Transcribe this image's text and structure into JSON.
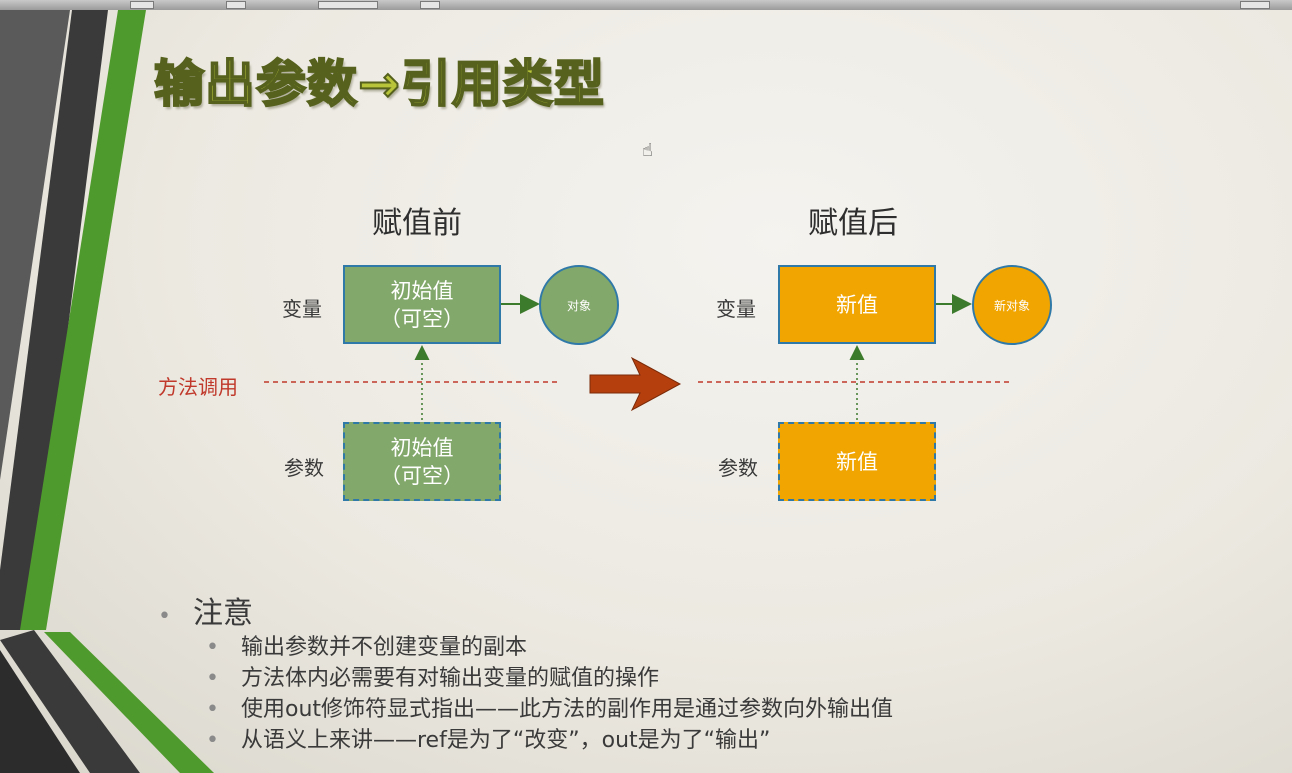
{
  "slide": {
    "title": "输出参数→引用类型",
    "before": {
      "heading": "赋值前",
      "variable_label": "变量",
      "param_label": "参数",
      "variable_box": [
        "初始值",
        "（可空）"
      ],
      "param_box": [
        "初始值",
        "（可空）"
      ],
      "object": "对象"
    },
    "after": {
      "heading": "赋值后",
      "variable_label": "变量",
      "param_label": "参数",
      "variable_box": "新值",
      "param_box": "新值",
      "object": "新对象"
    },
    "method_call_label": "方法调用",
    "notes": {
      "heading": "注意",
      "items": [
        "输出参数并不创建变量的副本",
        "方法体内必需要有对输出变量的赋值的操作",
        "使用out修饰符显式指出——此方法的副作用是通过参数向外输出值",
        "从语义上来讲——ref是为了“改变”，out是为了“输出”"
      ]
    }
  },
  "colors": {
    "green_box": "#83a86b",
    "orange_box": "#f0a500",
    "box_border": "#2f79a8",
    "method_line": "#c0392b",
    "big_arrow": "#b5400e",
    "stripe_green": "#4f9a2c",
    "stripe_dark": "#3a3a3a"
  },
  "icons": {
    "cursor": "hand-cursor-icon",
    "transition": "right-arrow-icon"
  }
}
